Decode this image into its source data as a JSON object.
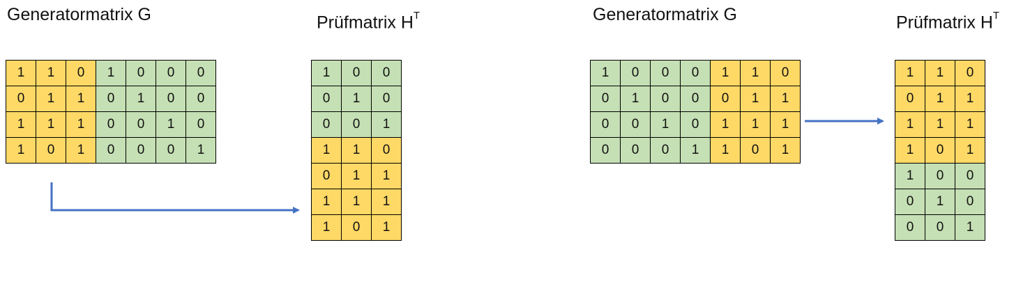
{
  "colors": {
    "yellow": "#ffd966",
    "green": "#c5e0b4",
    "arrow": "#4472c4"
  },
  "left": {
    "generator_label": "Generatormatrix G",
    "check_label": "Prüfmatrix H",
    "check_sup": "T",
    "generator": {
      "rows": [
        [
          1,
          1,
          0,
          1,
          0,
          0,
          0
        ],
        [
          0,
          1,
          1,
          0,
          1,
          0,
          0
        ],
        [
          1,
          1,
          1,
          0,
          0,
          1,
          0
        ],
        [
          1,
          0,
          1,
          0,
          0,
          0,
          1
        ]
      ],
      "colors": [
        [
          "y",
          "y",
          "y",
          "g",
          "g",
          "g",
          "g"
        ],
        [
          "y",
          "y",
          "y",
          "g",
          "g",
          "g",
          "g"
        ],
        [
          "y",
          "y",
          "y",
          "g",
          "g",
          "g",
          "g"
        ],
        [
          "y",
          "y",
          "y",
          "g",
          "g",
          "g",
          "g"
        ]
      ]
    },
    "check": {
      "rows": [
        [
          1,
          0,
          0
        ],
        [
          0,
          1,
          0
        ],
        [
          0,
          0,
          1
        ],
        [
          1,
          1,
          0
        ],
        [
          0,
          1,
          1
        ],
        [
          1,
          1,
          1
        ],
        [
          1,
          0,
          1
        ]
      ],
      "colors": [
        [
          "g",
          "g",
          "g"
        ],
        [
          "g",
          "g",
          "g"
        ],
        [
          "g",
          "g",
          "g"
        ],
        [
          "y",
          "y",
          "y"
        ],
        [
          "y",
          "y",
          "y"
        ],
        [
          "y",
          "y",
          "y"
        ],
        [
          "y",
          "y",
          "y"
        ]
      ]
    }
  },
  "right": {
    "generator_label": "Generatormatrix G",
    "check_label": "Prüfmatrix H",
    "check_sup": "T",
    "generator": {
      "rows": [
        [
          1,
          0,
          0,
          0,
          1,
          1,
          0
        ],
        [
          0,
          1,
          0,
          0,
          0,
          1,
          1
        ],
        [
          0,
          0,
          1,
          0,
          1,
          1,
          1
        ],
        [
          0,
          0,
          0,
          1,
          1,
          0,
          1
        ]
      ],
      "colors": [
        [
          "g",
          "g",
          "g",
          "g",
          "y",
          "y",
          "y"
        ],
        [
          "g",
          "g",
          "g",
          "g",
          "y",
          "y",
          "y"
        ],
        [
          "g",
          "g",
          "g",
          "g",
          "y",
          "y",
          "y"
        ],
        [
          "g",
          "g",
          "g",
          "g",
          "y",
          "y",
          "y"
        ]
      ]
    },
    "check": {
      "rows": [
        [
          1,
          1,
          0
        ],
        [
          0,
          1,
          1
        ],
        [
          1,
          1,
          1
        ],
        [
          1,
          0,
          1
        ],
        [
          1,
          0,
          0
        ],
        [
          0,
          1,
          0
        ],
        [
          0,
          0,
          1
        ]
      ],
      "colors": [
        [
          "y",
          "y",
          "y"
        ],
        [
          "y",
          "y",
          "y"
        ],
        [
          "y",
          "y",
          "y"
        ],
        [
          "y",
          "y",
          "y"
        ],
        [
          "g",
          "g",
          "g"
        ],
        [
          "g",
          "g",
          "g"
        ],
        [
          "g",
          "g",
          "g"
        ]
      ]
    }
  }
}
